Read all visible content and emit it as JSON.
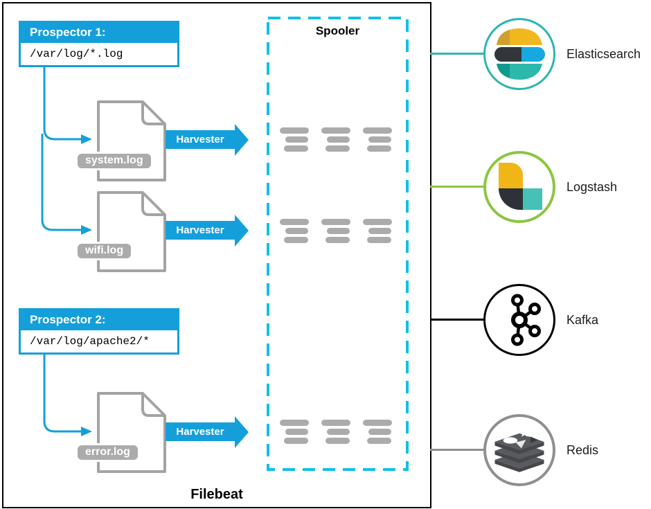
{
  "filebeat": {
    "label": "Filebeat",
    "spooler": {
      "label": "Spooler"
    },
    "harvester_label": "Harvester",
    "prospectors": [
      {
        "title": "Prospector 1:",
        "path": "/var/log/*.log"
      },
      {
        "title": "Prospector 2:",
        "path": "/var/log/apache2/*"
      }
    ],
    "files": [
      {
        "name": "system.log"
      },
      {
        "name": "wifi.log"
      },
      {
        "name": "error.log"
      }
    ]
  },
  "outputs": [
    {
      "name": "Elasticsearch",
      "icon": "elasticsearch-icon",
      "accent_color": "#2BB6AC"
    },
    {
      "name": "Logstash",
      "icon": "logstash-icon",
      "accent_color": "#8CC540"
    },
    {
      "name": "Kafka",
      "icon": "kafka-icon",
      "accent_color": "#000000"
    },
    {
      "name": "Redis",
      "icon": "redis-icon",
      "accent_color": "#8F8F8F"
    }
  ],
  "colors": {
    "blue": "#149FDB",
    "spooler_dash": "#10C0E8",
    "bar_gray": "#ABABAB",
    "doc_gray": "#A3A3A3"
  }
}
